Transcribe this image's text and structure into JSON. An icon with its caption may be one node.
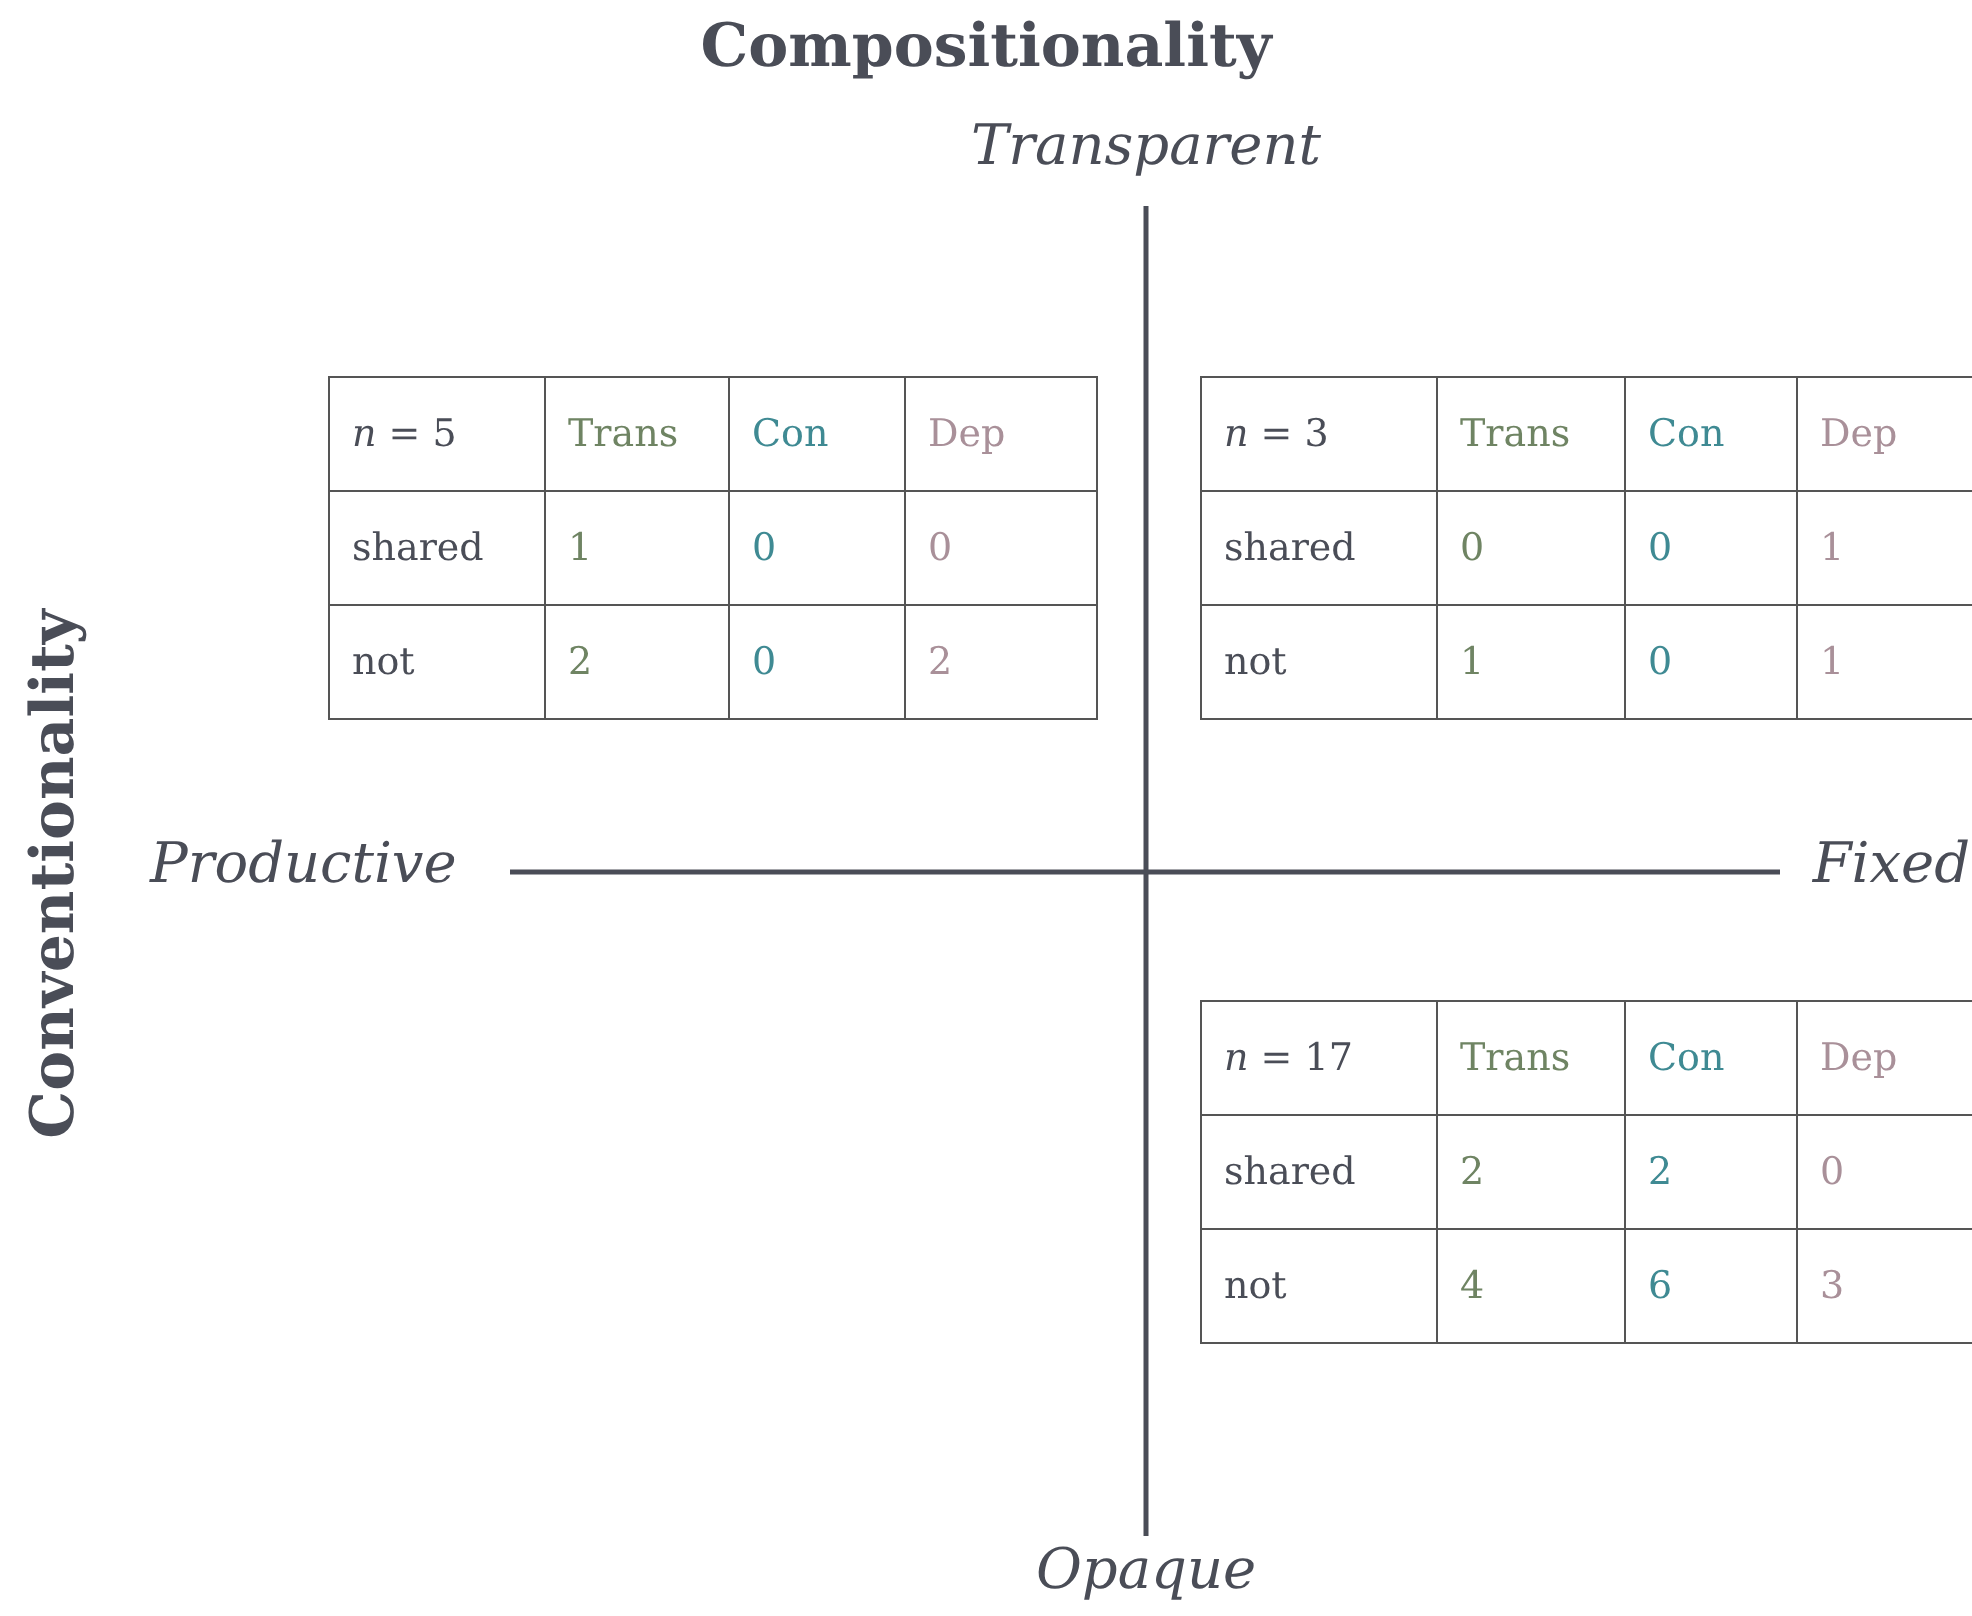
{
  "diagram": {
    "title": "Compositionality",
    "nodes": [
      {
        "text": [
          "*n* = 5",
          "Trans",
          "Con",
          "Dep",
          "shared",
          "1",
          "0",
          "0",
          "not",
          "2",
          "0",
          "2"
        ]
      },
      {
        "text": [
          "*n* = 3",
          "Trans",
          "Con",
          "Dep",
          "shared",
          "0",
          "0",
          "1",
          "not",
          "1",
          "0",
          "1"
        ]
      },
      {
        "text": [
          "*n* = 17",
          "Trans",
          "Con",
          "Dep",
          "shared",
          "2",
          "2",
          "0",
          "not",
          "4",
          "6",
          "3"
        ]
      }
    ],
    "labels": [
      "Transparent",
      "Conventionality",
      "Productive",
      "Fixed",
      "Opaque"
    ]
  }
}
